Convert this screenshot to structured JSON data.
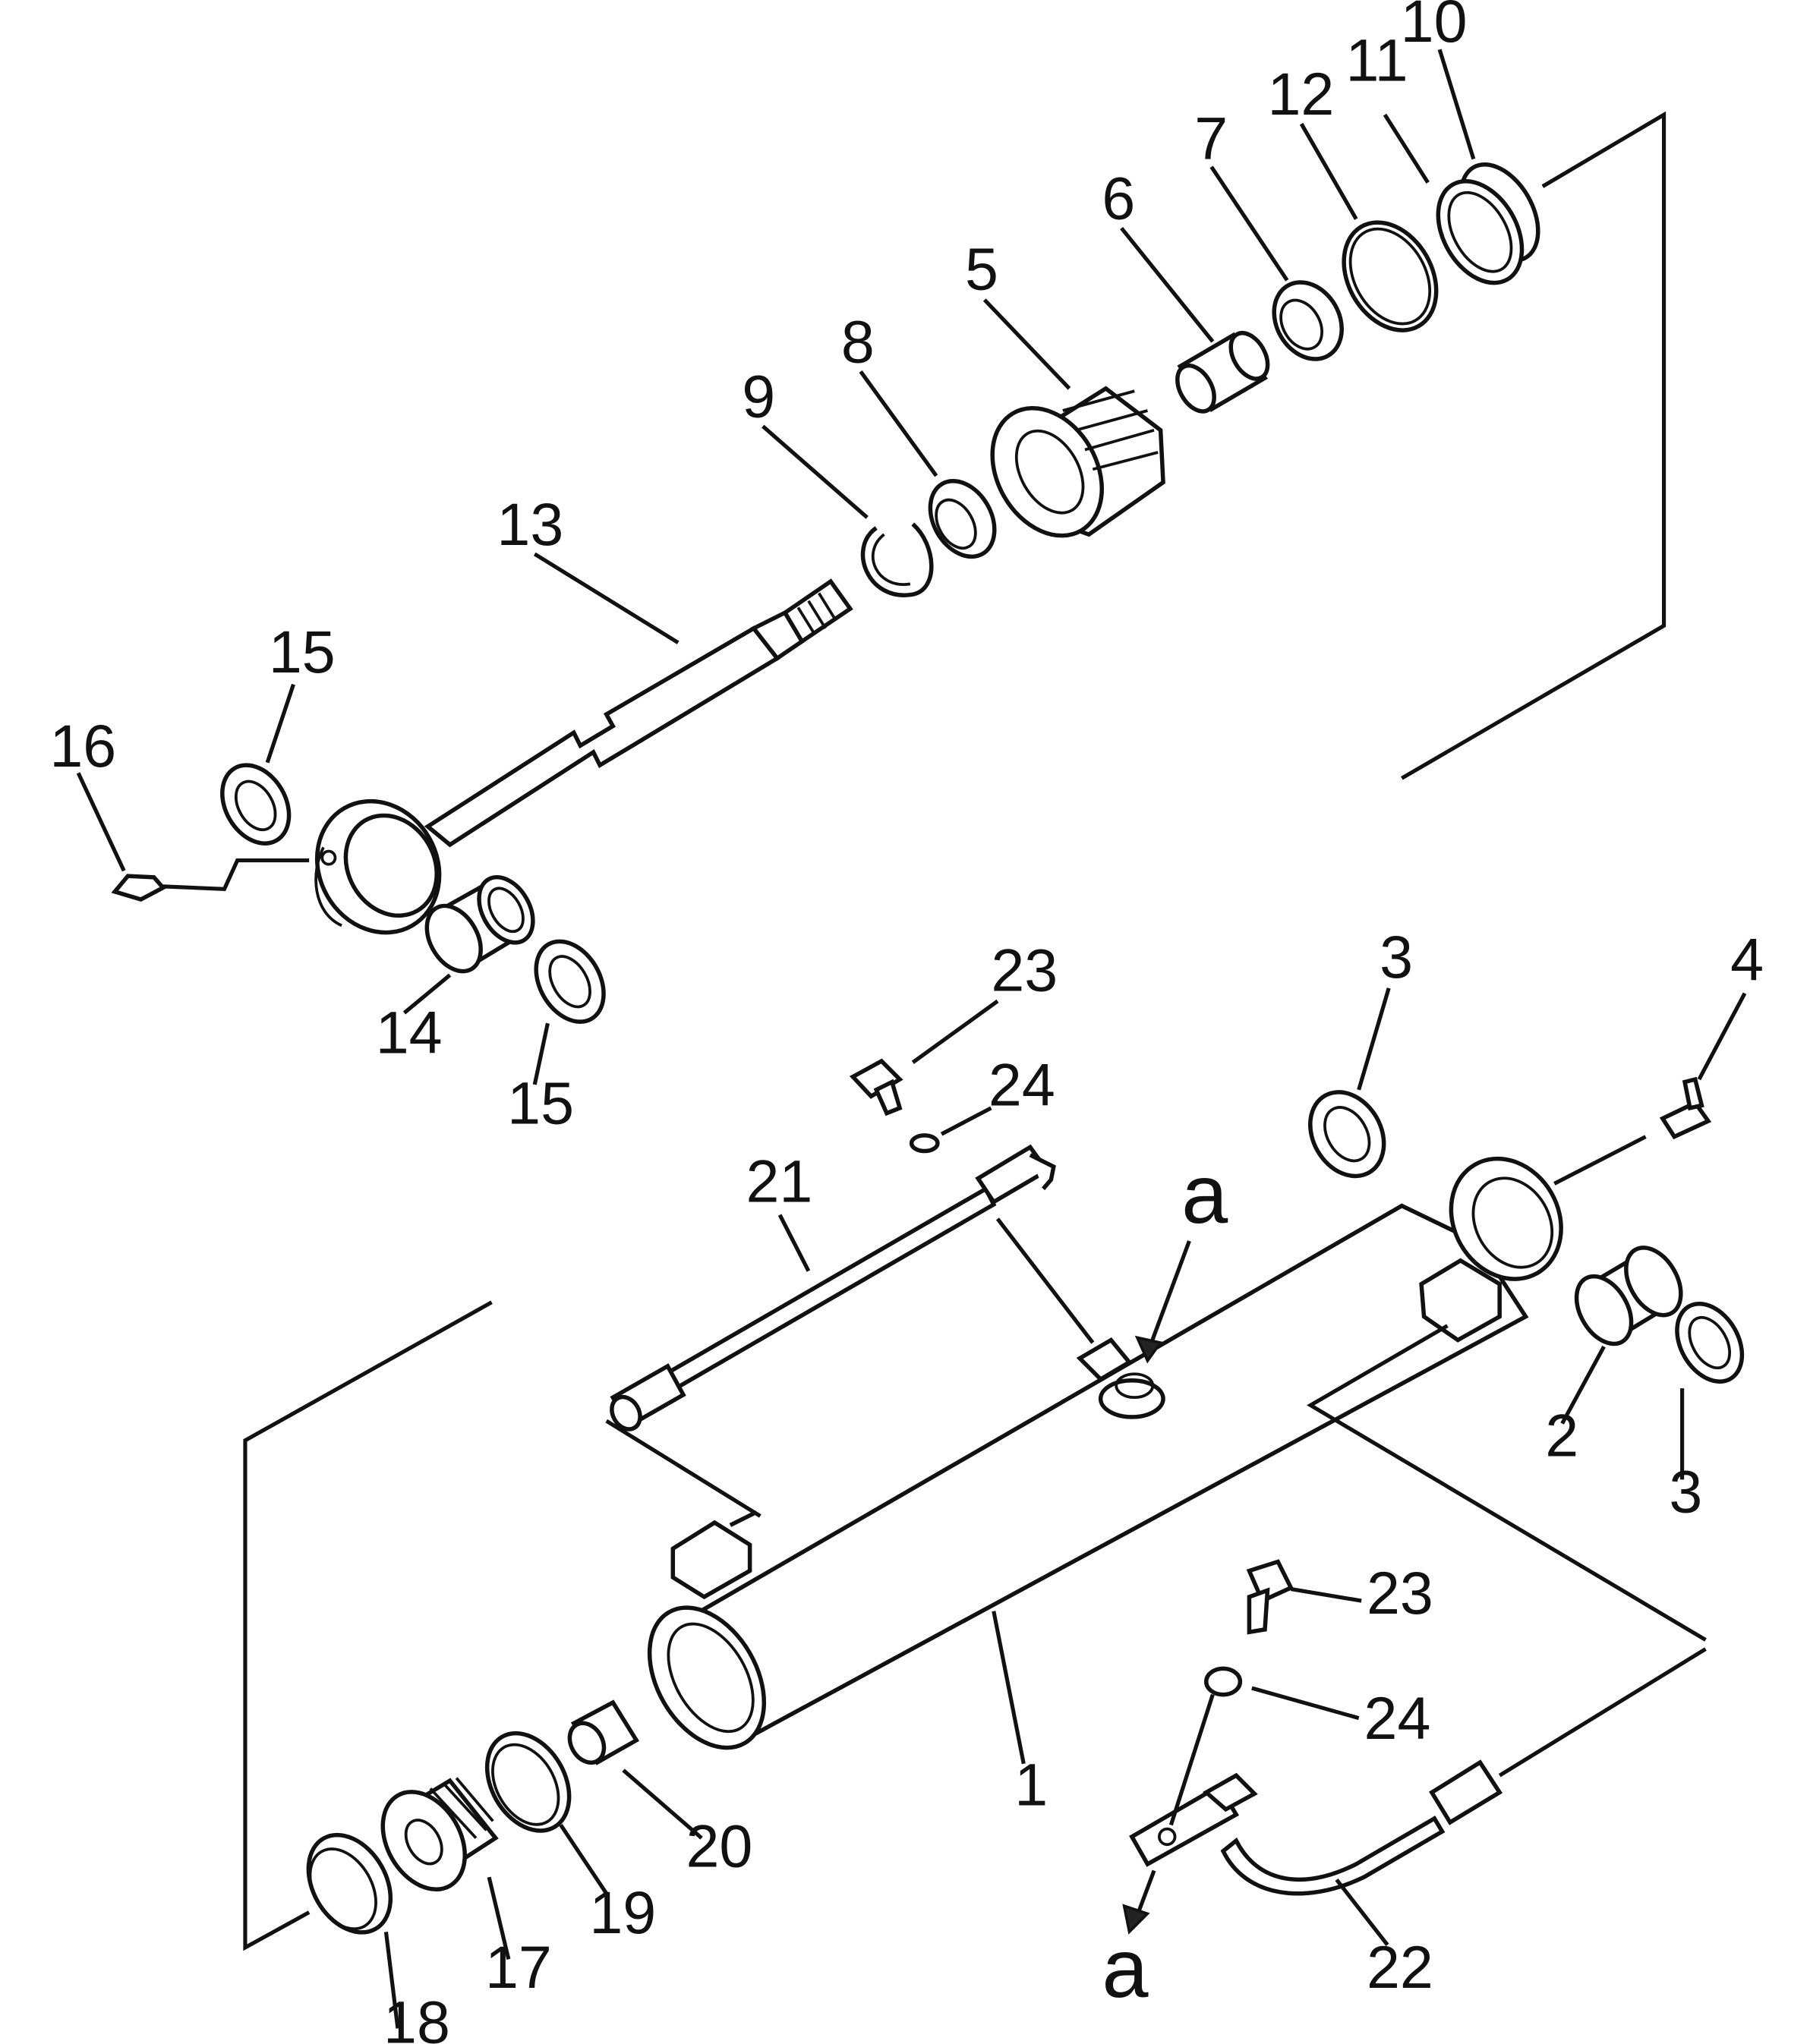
{
  "diagram": {
    "type": "exploded-parts-view",
    "subject": "hydraulic cylinder assembly",
    "callouts": [
      {
        "id": "c1",
        "label": "1"
      },
      {
        "id": "c2",
        "label": "2"
      },
      {
        "id": "c3a",
        "label": "3"
      },
      {
        "id": "c3b",
        "label": "3"
      },
      {
        "id": "c4",
        "label": "4"
      },
      {
        "id": "c5",
        "label": "5"
      },
      {
        "id": "c6",
        "label": "6"
      },
      {
        "id": "c7",
        "label": "7"
      },
      {
        "id": "c8",
        "label": "8"
      },
      {
        "id": "c9",
        "label": "9"
      },
      {
        "id": "c10",
        "label": "10"
      },
      {
        "id": "c11",
        "label": "11"
      },
      {
        "id": "c12",
        "label": "12"
      },
      {
        "id": "c13",
        "label": "13"
      },
      {
        "id": "c14",
        "label": "14"
      },
      {
        "id": "c15a",
        "label": "15"
      },
      {
        "id": "c15b",
        "label": "15"
      },
      {
        "id": "c16",
        "label": "16"
      },
      {
        "id": "c17",
        "label": "17"
      },
      {
        "id": "c18",
        "label": "18"
      },
      {
        "id": "c19",
        "label": "19"
      },
      {
        "id": "c20",
        "label": "20"
      },
      {
        "id": "c21",
        "label": "21"
      },
      {
        "id": "c22",
        "label": "22"
      },
      {
        "id": "c23a",
        "label": "23"
      },
      {
        "id": "c23b",
        "label": "23"
      },
      {
        "id": "c24a",
        "label": "24"
      },
      {
        "id": "c24b",
        "label": "24"
      },
      {
        "id": "ca1",
        "label": "a"
      },
      {
        "id": "ca2",
        "label": "a"
      }
    ]
  }
}
